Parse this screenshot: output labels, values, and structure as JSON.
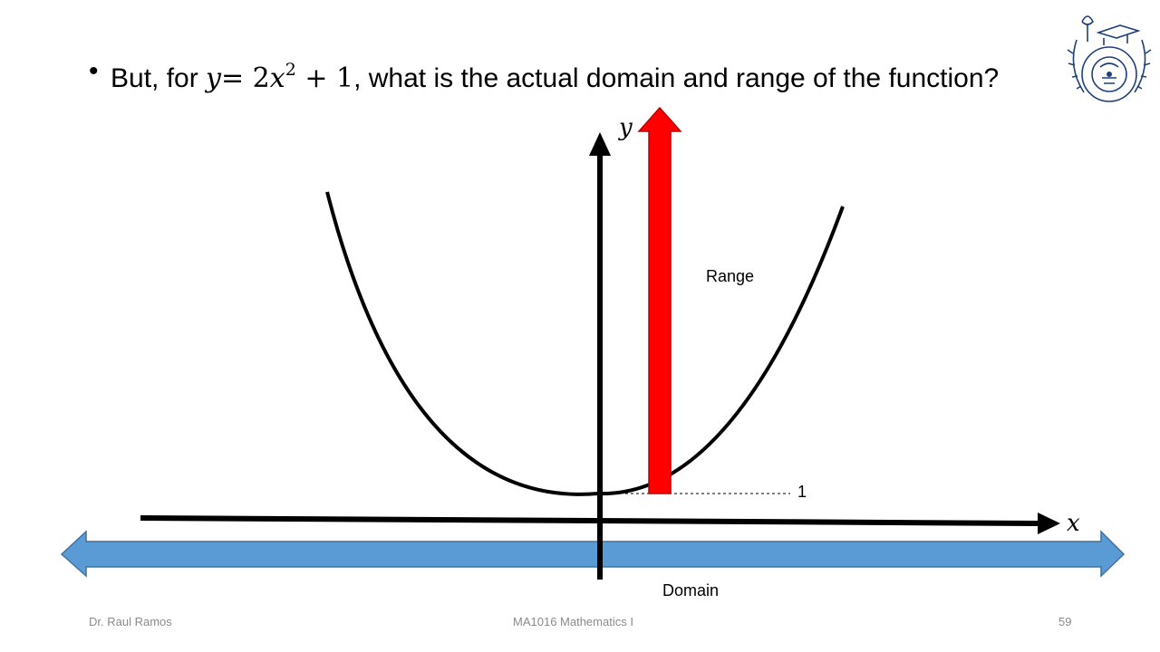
{
  "bullet": {
    "lead": "But, for ",
    "eq_y": "y",
    "eq_eq": "= 2",
    "eq_x": "x",
    "eq_exp": "2",
    "eq_tail": " + 1",
    "trail": ", what is the actual domain and range of the function?"
  },
  "graph": {
    "x_axis_label": "x",
    "y_axis_label": "y",
    "range_label": "Range",
    "domain_label": "Domain",
    "min_value_label": "1",
    "colors": {
      "range_arrow": "#ff0000",
      "domain_arrow": "#5b9bd5",
      "curve": "#000000"
    }
  },
  "footer": {
    "author": "Dr. Raul Ramos",
    "course": "MA1016 Mathematics I",
    "page": "59"
  },
  "logo": {
    "icon": "university-seal-logo"
  }
}
